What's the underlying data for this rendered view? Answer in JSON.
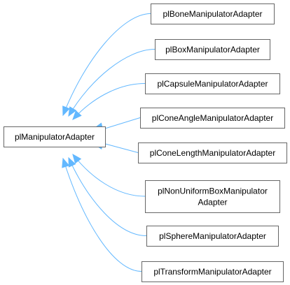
{
  "diagram": {
    "type": "inheritance-graph",
    "edge_color": "#63b8ff",
    "box_border_color": "#666666",
    "base": {
      "id": "base",
      "label": "plManipulatorAdapter"
    },
    "derived": [
      {
        "id": "bone",
        "lines": [
          "plBoneManipulatorAdapter"
        ]
      },
      {
        "id": "box",
        "lines": [
          "plBoxManipulatorAdapter"
        ]
      },
      {
        "id": "capsule",
        "lines": [
          "plCapsuleManipulatorAdapter"
        ]
      },
      {
        "id": "coneangle",
        "lines": [
          "plConeAngleManipulatorAdapter"
        ]
      },
      {
        "id": "conelength",
        "lines": [
          "plConeLengthManipulatorAdapter"
        ]
      },
      {
        "id": "nonuniform",
        "lines": [
          "plNonUniformBoxManipulator",
          "Adapter"
        ]
      },
      {
        "id": "sphere",
        "lines": [
          "plSphereManipulatorAdapter"
        ]
      },
      {
        "id": "transform",
        "lines": [
          "plTransformManipulatorAdapter"
        ]
      }
    ]
  }
}
